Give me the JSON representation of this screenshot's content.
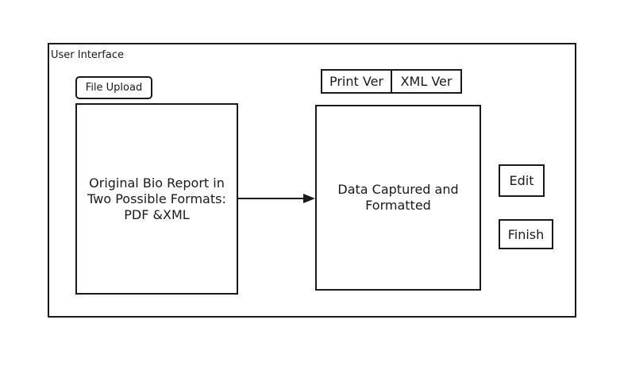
{
  "frame": {
    "title": "User Interface"
  },
  "upload": {
    "label": "File Upload"
  },
  "source": {
    "line1": "Original Bio Report in",
    "line2": "Two Possible Formats:",
    "line3": "PDF &XML"
  },
  "output": {
    "line1": "Data Captured and",
    "line2": "Formatted"
  },
  "tabs": {
    "print_label": "Print Ver",
    "xml_label": "XML Ver"
  },
  "actions": {
    "edit_label": "Edit",
    "finish_label": "Finish"
  },
  "icons": {
    "connector": "arrow-right-icon"
  },
  "colors": {
    "stroke": "#1a1a1a",
    "background": "#ffffff"
  }
}
